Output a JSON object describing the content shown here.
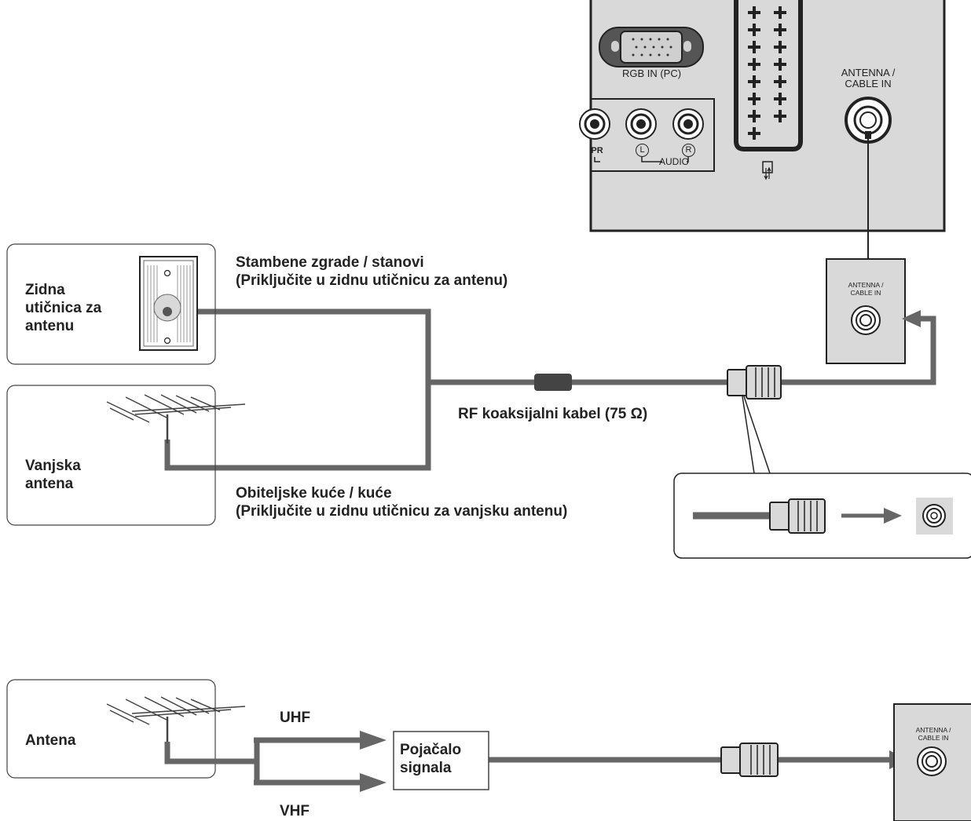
{
  "wall_outlet_label": "Zidna\nutičnica za\nantenu",
  "outdoor_antenna_label": "Vanjska\nantena",
  "apartments_label": "Stambene zgrade / stanovi\n(Priključite u zidnu utičnicu za antenu)",
  "houses_label": "Obiteljske kuće / kuće\n(Priključite u zidnu utičnicu za vanjsku antenu)",
  "cable_label": "RF koaksijalni kabel (75 Ω)",
  "tv_panel": {
    "rgb_label": "RGB IN (PC)",
    "pr_label": "PR",
    "l_label": "L",
    "r_label": "R",
    "audio_label": "AUDIO",
    "antenna_label": "ANTENNA /\nCABLE IN"
  },
  "socket_small_label": "ANTENNA /\nCABLE IN",
  "bottom": {
    "antenna_label": "Antena",
    "uhf_label": "UHF",
    "vhf_label": "VHF",
    "amplifier_label": "Pojačalo\nsignala",
    "socket_label": "ANTENNA /\nCABLE IN"
  },
  "colors": {
    "cable": "#666666",
    "panel": "#d9d9d9",
    "stroke": "#222222"
  }
}
